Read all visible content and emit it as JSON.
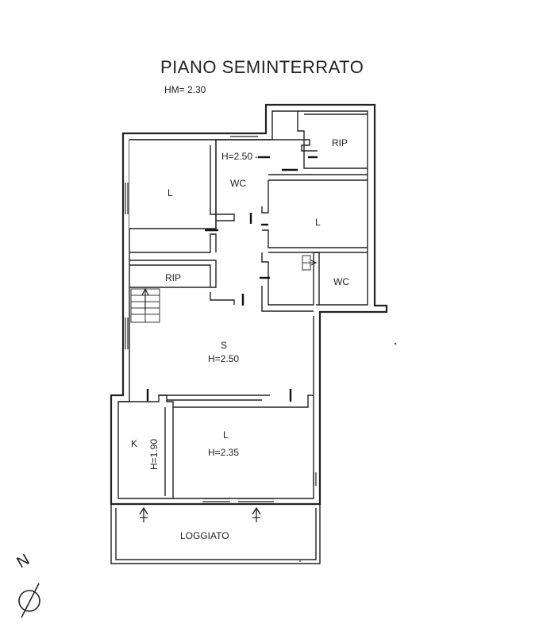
{
  "title": "PIANO SEMINTERRATO",
  "subtitle": "HM= 2.30",
  "labels": {
    "rip_top": "RIP",
    "h_corridor": "H=2.50 —",
    "wc_top": "WC",
    "l_topleft": "L",
    "l_middle": "L",
    "rip_left": "RIP",
    "wc_right": "WC",
    "s_room": "S",
    "s_height": "H=2.50",
    "k_room": "K",
    "k_height": "H=1.90",
    "l_bottom": "L",
    "l_bottom_height": "H=2.35",
    "loggiato": "LOGGIATO",
    "north": "N"
  },
  "icons": {
    "north_arrow": "north-arrow-icon",
    "entry_arrow": "entry-arrow-icon",
    "stair_arrow": "stair-arrow-icon"
  },
  "colors": {
    "line": "#222222",
    "background": "#ffffff"
  }
}
